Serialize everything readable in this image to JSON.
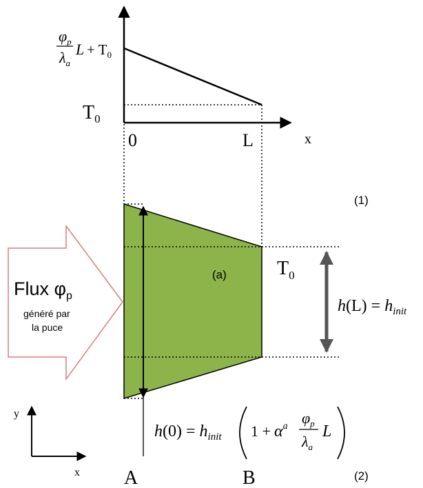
{
  "top_graph": {
    "y_label_phi": "φ",
    "y_label_phi_sub": "p",
    "y_label_lambda": "λ",
    "y_label_lambda_sub": "a",
    "y_label_L": "L",
    "y_label_plus": "+ T",
    "y_label_plus_sub": "0",
    "t0_label": "T",
    "t0_sub": "0",
    "x_origin": "0",
    "x_L": "L",
    "x_axis": "x"
  },
  "region_labels": {
    "one": "(1)",
    "two": "(2)",
    "a": "(a)"
  },
  "right_t0": {
    "text": "T",
    "sub": "0"
  },
  "flux_arrow": {
    "title": "Flux φ",
    "title_sub": "p",
    "line1": "généré par",
    "line2": "la puce"
  },
  "h_L": {
    "h": "h",
    "arg": "(L) = ",
    "h2": "h",
    "sub": "init"
  },
  "h_0": {
    "h": "h",
    "arg": "(0) = ",
    "h2": "h",
    "sub": "init",
    "one_plus": "1 + ",
    "alpha": "α",
    "alpha_sup": "a",
    "phi": "φ",
    "phi_sub": "p",
    "lambda": "λ",
    "lambda_sub": "a",
    "L": "L"
  },
  "points": {
    "A": "A",
    "B": "B"
  },
  "corner_axes": {
    "y": "y",
    "x": "x"
  },
  "colors": {
    "fin_fill": "#8db44a",
    "fin_stroke": "#000000",
    "arrow_outline": "#d97b7b",
    "arrow_fill": "#ffffff",
    "double_arrow": "#555555"
  }
}
